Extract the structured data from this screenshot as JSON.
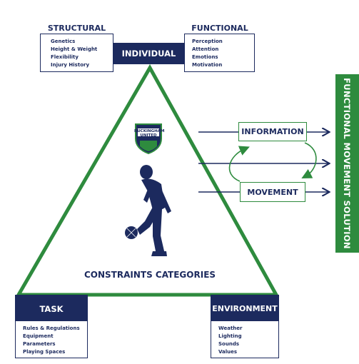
{
  "individual": {
    "label": "INDIVIDUAL",
    "structural": {
      "title": "STRUCTURAL",
      "items": [
        "Genetics",
        "Height & Weight",
        "Flexibility",
        "Injury History"
      ]
    },
    "functional": {
      "title": "FUNCTIONAL",
      "items": [
        "Perception",
        "Attention",
        "Emotions",
        "Motivation"
      ]
    }
  },
  "task": {
    "label": "TASK",
    "items": [
      "Rules & Regulations",
      "Equipment",
      "Parameters",
      "Playing Spaces"
    ]
  },
  "environment": {
    "label": "ENVIRONMENT",
    "items": [
      "Weather",
      "Lighting",
      "Sounds",
      "Values"
    ]
  },
  "center_label": "CONSTRAINTS CATEGORIES",
  "badge": {
    "line1": "BUCKINGHAM",
    "line2": "UNITED"
  },
  "information_label": "INFORMATION",
  "movement_label": "MOVEMENT",
  "side_banner": "FUNCTIONAL MOVEMENT SOLUTION",
  "colors": {
    "navy": "#1c2a5e",
    "green": "#2e8b3e"
  }
}
